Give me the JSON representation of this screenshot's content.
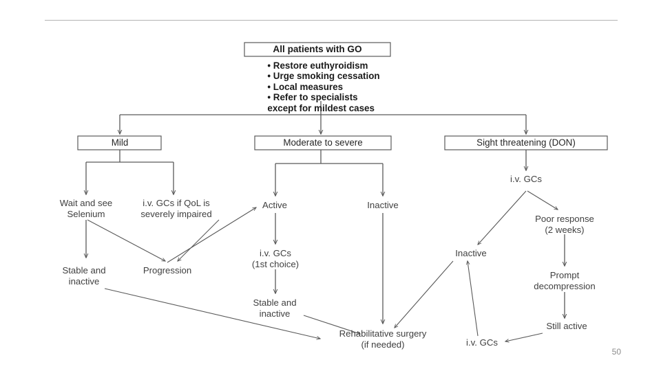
{
  "slide": {
    "page_number": "50",
    "divider_color": "#b3b3b3",
    "line_color": "#595959",
    "text_color": "#404040"
  },
  "chart_data": {
    "type": "flowchart",
    "title": "All patients with GO",
    "orientation": "top-down"
  },
  "root": {
    "title": "All patients with GO",
    "bullets": [
      "• Restore euthyroidism",
      "• Urge smoking cessation",
      "• Local measures",
      "• Refer to specialists",
      "except for mildest cases"
    ]
  },
  "categories": {
    "mild": "Mild",
    "moderate": "Moderate to severe",
    "sight": "Sight threatening (DON)"
  },
  "nodes": {
    "wait_and_see": "Wait and see\nSelenium",
    "wait_and_see_l1": "Wait and see",
    "wait_and_see_l2": "Selenium",
    "iv_gcs_qol_l1": "i.v. GCs if QoL is",
    "iv_gcs_qol_l2": "severely impaired",
    "stable_inactive_left_l1": "Stable and",
    "stable_inactive_left_l2": "inactive",
    "progression": "Progression",
    "active": "Active",
    "iv_gcs_first_l1": "i.v. GCs",
    "iv_gcs_first_l2": "(1st choice)",
    "stable_inactive_mid_l1": "Stable and",
    "stable_inactive_mid_l2": "inactive",
    "inactive_mid": "Inactive",
    "rehab_surgery_l1": "Rehabilitative surgery",
    "rehab_surgery_l2": "(if needed)",
    "iv_gcs_don": "i.v. GCs",
    "inactive_right": "Inactive",
    "poor_response_l1": "Poor response",
    "poor_response_l2": "(2 weeks)",
    "prompt_decompression_l1": "Prompt",
    "prompt_decompression_l2": "decompression",
    "still_active": "Still active",
    "iv_gcs_retreat": "i.v. GCs"
  }
}
